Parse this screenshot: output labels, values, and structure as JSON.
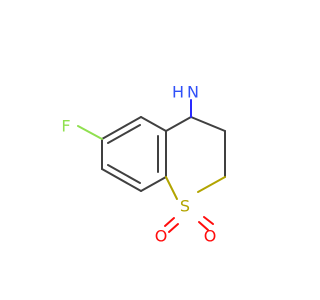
{
  "molecule": {
    "atoms": {
      "fluorine": {
        "label": "F",
        "color": "#90e050"
      },
      "amine_n": {
        "label": "N",
        "color": "#3050f8"
      },
      "amine_h2": {
        "label": "H",
        "color": "#3050f8"
      },
      "sulfur": {
        "label": "S",
        "color": "#b2a400"
      },
      "oxygen_1": {
        "label": "O",
        "color": "#ff0d0d"
      },
      "oxygen_2": {
        "label": "O",
        "color": "#ff0d0d"
      }
    },
    "bond_color": "#404040"
  }
}
